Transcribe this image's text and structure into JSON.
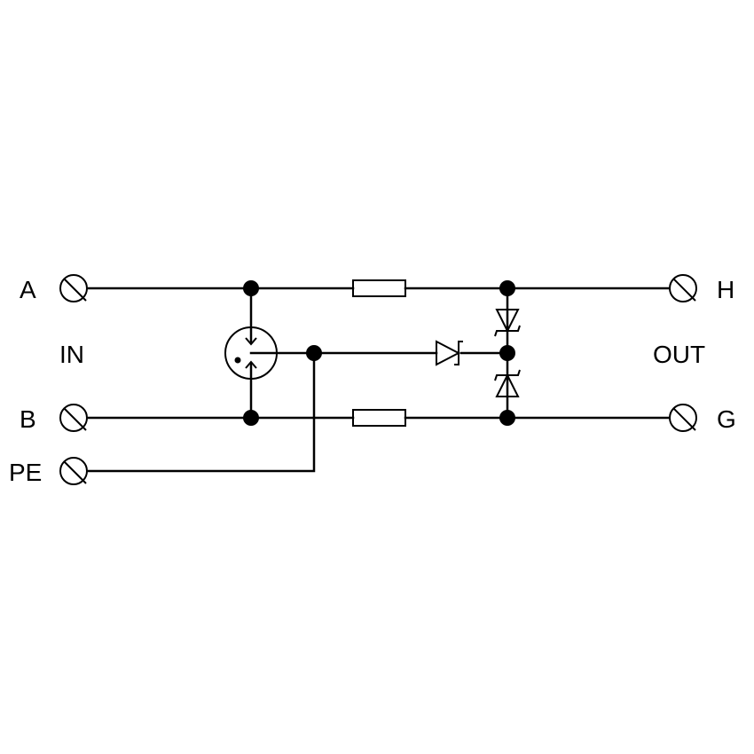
{
  "labels": {
    "terminal_a": "A",
    "terminal_b": "B",
    "terminal_pe": "PE",
    "terminal_h": "H",
    "terminal_g": "G",
    "group_in": "IN",
    "group_out": "OUT"
  },
  "colors": {
    "line": "#000000",
    "background": "#ffffff"
  }
}
